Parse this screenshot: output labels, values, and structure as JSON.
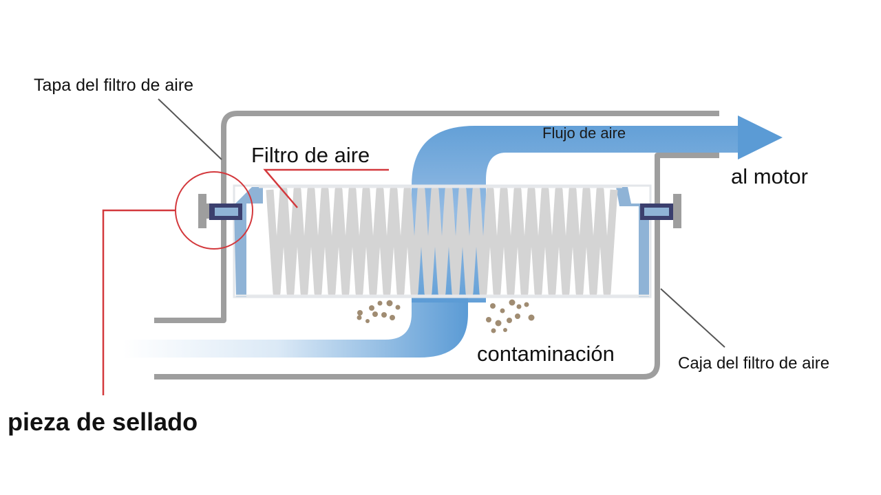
{
  "labels": {
    "lid": "Tapa del filtro de aire",
    "filter": "Filtro de aire",
    "airflow": "Flujo de aire",
    "to_motor": "al motor",
    "contamination": "contaminación",
    "box": "Caja del filtro de aire",
    "seal": "pieza de sellado"
  },
  "colors": {
    "housing": "#9e9e9e",
    "airflow": "#5b9bd5",
    "airflow_fade": "#dbe9f6",
    "filter_pleat": "#d4d4d4",
    "filter_frame": "#8fb3d6",
    "seal_gasket": "#3b3f6e",
    "highlight": "#d3383c",
    "dust": "#a08c72",
    "leader": "#555555"
  }
}
